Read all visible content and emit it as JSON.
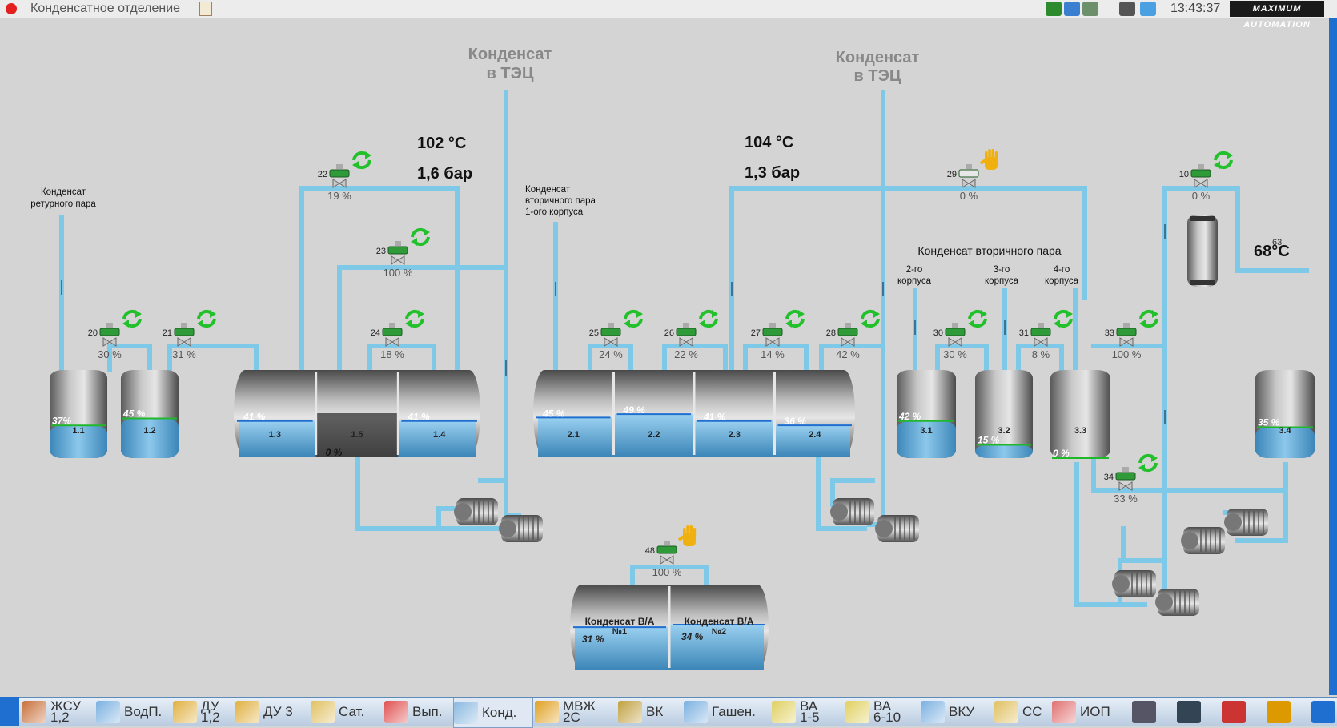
{
  "window": {
    "title": "Конденсатное отделение",
    "clock": "13:43:37",
    "logo": "MAXIMUM AUTOMATION"
  },
  "scheme": {
    "outlet_left": [
      "Конденсат",
      "в ТЭЦ"
    ],
    "outlet_right": [
      "Конденсат",
      "в ТЭЦ"
    ],
    "temp1": "102 °C",
    "press1": "1,6 бар",
    "temp2": "104 °C",
    "press2": "1,3 бар",
    "return_label": [
      "Конденсат",
      "ретурного пара"
    ],
    "secondary1_label": [
      "Конденсат",
      "вторичного пара",
      "1-ого корпуса"
    ],
    "secondary_label": "Конденсат вторичного пара",
    "korpus2": [
      "2-го",
      "корпуса"
    ],
    "korpus3": [
      "3-го",
      "корпуса"
    ],
    "korpus4": [
      "4-го",
      "корпуса"
    ],
    "heater_temp": "68",
    "heater_temp_unit": "°C",
    "heater_small": "63"
  },
  "valves": [
    {
      "id": "20",
      "pct": "30 %",
      "mode": "auto"
    },
    {
      "id": "21",
      "pct": "31 %",
      "mode": "auto"
    },
    {
      "id": "22",
      "pct": "19 %",
      "mode": "auto"
    },
    {
      "id": "23",
      "pct": "100 %",
      "mode": "auto"
    },
    {
      "id": "24",
      "pct": "18 %",
      "mode": "auto"
    },
    {
      "id": "25",
      "pct": "24 %",
      "mode": "auto"
    },
    {
      "id": "26",
      "pct": "22 %",
      "mode": "auto"
    },
    {
      "id": "27",
      "pct": "14 %",
      "mode": "auto"
    },
    {
      "id": "28",
      "pct": "42 %",
      "mode": "auto"
    },
    {
      "id": "29",
      "pct": "0 %",
      "mode": "manual"
    },
    {
      "id": "10",
      "pct": "0 %",
      "mode": "auto"
    },
    {
      "id": "30",
      "pct": "30 %",
      "mode": "auto"
    },
    {
      "id": "31",
      "pct": "8 %",
      "mode": "auto"
    },
    {
      "id": "33",
      "pct": "100 %",
      "mode": "auto"
    },
    {
      "id": "34",
      "pct": "33 %",
      "mode": "auto"
    },
    {
      "id": "48",
      "pct": "100 %",
      "mode": "manual"
    }
  ],
  "tanks": [
    {
      "id": "1.1",
      "level": "37%",
      "fill": 0.37
    },
    {
      "id": "1.2",
      "level": "45 %",
      "fill": 0.45
    },
    {
      "id": "1.3",
      "level": "41 %",
      "fill": 0.41
    },
    {
      "id": "1.5",
      "level": "0 %",
      "fill": 0.0
    },
    {
      "id": "1.4",
      "level": "41 %",
      "fill": 0.41
    },
    {
      "id": "2.1",
      "level": "45 %",
      "fill": 0.45
    },
    {
      "id": "2.2",
      "level": "49 %",
      "fill": 0.49
    },
    {
      "id": "2.3",
      "level": "41 %",
      "fill": 0.41
    },
    {
      "id": "2.4",
      "level": "36 %",
      "fill": 0.36
    },
    {
      "id": "3.1",
      "level": "42 %",
      "fill": 0.42
    },
    {
      "id": "3.2",
      "level": "15 %",
      "fill": 0.15
    },
    {
      "id": "3.3",
      "level": "0 %",
      "fill": 0.0
    },
    {
      "id": "3.4",
      "level": "35 %",
      "fill": 0.35
    },
    {
      "id": "Конденсат В/А №1",
      "level": "31 %",
      "fill": 0.31
    },
    {
      "id": "Конденсат В/А №2",
      "level": "34 %",
      "fill": 0.34
    }
  ],
  "taskbar": [
    {
      "label": "ЖСУ\n1,2",
      "color": "#c8703a"
    },
    {
      "label": "ВодП.",
      "color": "#7ab0e0"
    },
    {
      "label": "ДУ\n1,2",
      "color": "#e0b040"
    },
    {
      "label": "ДУ 3",
      "color": "#e0b040"
    },
    {
      "label": "Сат.",
      "color": "#e0c060"
    },
    {
      "label": "Вып.",
      "color": "#e05050"
    },
    {
      "label": "Конд.",
      "color": "#8ab8e0",
      "active": true
    },
    {
      "label": "МВЖ\n2С",
      "color": "#e0a020"
    },
    {
      "label": "ВК",
      "color": "#c0a040"
    },
    {
      "label": "Гашен.",
      "color": "#7ab0e0"
    },
    {
      "label": "ВА\n1-5",
      "color": "#e0d060"
    },
    {
      "label": "ВА\n6-10",
      "color": "#e0d060"
    },
    {
      "label": "ВКУ",
      "color": "#7ab0e0"
    },
    {
      "label": "СС",
      "color": "#e0c060"
    },
    {
      "label": "ИОП",
      "color": "#e07070"
    }
  ],
  "colors": {
    "pipe": "#7ec8e8",
    "water": "#5aa6d6",
    "valve": "#2e9a38",
    "auto": "#22c02a",
    "hand": "#f0b010"
  }
}
